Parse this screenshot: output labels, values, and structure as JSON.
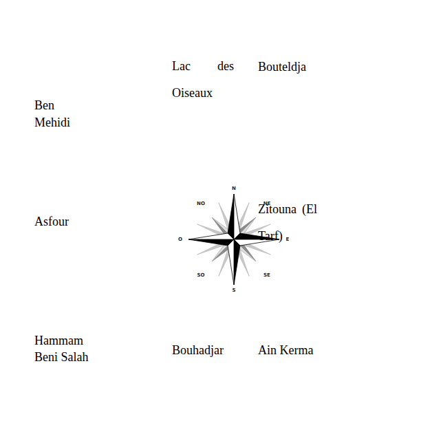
{
  "diagram": {
    "labels": [
      "Lac des Oiseaux",
      "Bouteldja",
      "Ben Mehidi",
      "N",
      "NO",
      "NE",
      "Zitouna (El Tarf)",
      "Asfour",
      "O",
      "E",
      "SO",
      "SE",
      "S",
      "Hammam Beni Salah",
      "Bouhadjar",
      "Ain Kerma"
    ]
  }
}
